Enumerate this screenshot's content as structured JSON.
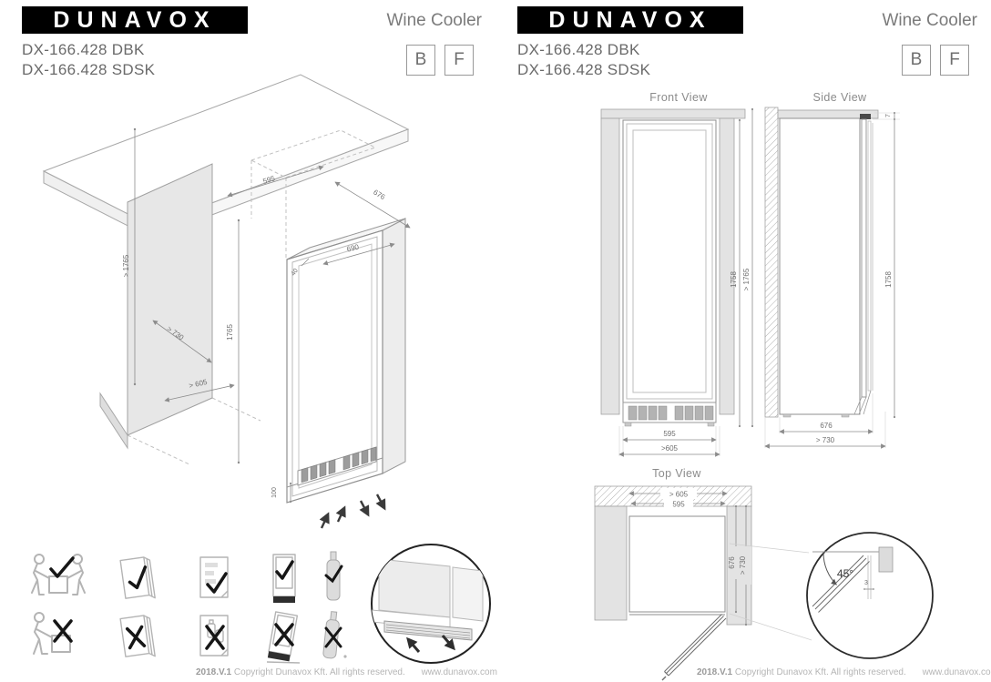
{
  "brand": {
    "logo": "DUNAVOX",
    "product_type": "Wine Cooler",
    "model_line_1": "DX-166.428 DBK",
    "model_line_2": "DX-166.428 SDSK",
    "badge_built_in": "B",
    "badge_freestanding": "F"
  },
  "footer": {
    "version": "2018.V.1",
    "copyright": "Copyright Dunavox Kft. All rights reserved.",
    "website": "www.dunavox.com"
  },
  "isometric_view": {
    "dims": {
      "top_opening_width": "595",
      "top_opening_depth": "676",
      "door_width": "690",
      "door_thickness": "40",
      "unit_height": "1765",
      "niche_min_height": "> 1765",
      "niche_min_depth": "> 730",
      "niche_min_width": "> 605",
      "plinth_height": "100"
    }
  },
  "front_view": {
    "label": "Front View",
    "dims": {
      "unit_height": "1758",
      "niche_min_height": "> 1765",
      "unit_width": "595",
      "niche_min_width": ">605"
    }
  },
  "side_view": {
    "label": "Side View",
    "dims": {
      "top_clearance": "7",
      "unit_height": "1758",
      "unit_depth": "676",
      "niche_min_depth": "> 730"
    }
  },
  "top_view": {
    "label": "Top View",
    "dims": {
      "niche_min_width": "> 605",
      "unit_width": "595",
      "unit_depth": "676",
      "niche_min_depth": "> 730"
    }
  },
  "door_detail": {
    "opening_angle": "45°",
    "side_clearance": "3"
  },
  "colors": {
    "brand_black": "#000000",
    "text_gray": "#7b7b7b",
    "line_gray": "#9a9a9a",
    "panel_fill": "#e6e6e6"
  }
}
